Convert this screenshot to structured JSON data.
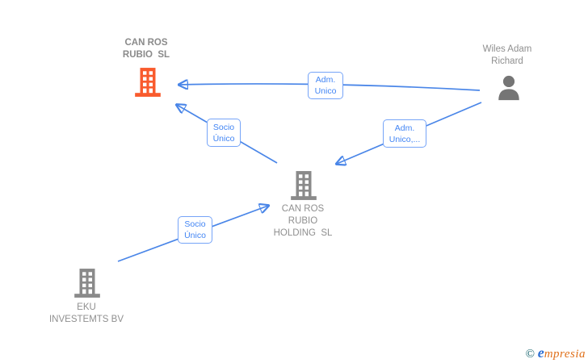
{
  "nodes": {
    "company_main": {
      "name_line1": "CAN ROS",
      "name_line2": "RUBIO  SL",
      "icon": "building-icon",
      "icon_color": "#f95b2d"
    },
    "person": {
      "name_line1": "Wiles Adam",
      "name_line2": "Richard",
      "icon": "person-icon",
      "icon_color": "#757575"
    },
    "holding": {
      "name_line1": "CAN ROS",
      "name_line2": "RUBIO",
      "name_line3": "HOLDING  SL",
      "icon": "building-icon",
      "icon_color": "#8a8a8a"
    },
    "eku": {
      "name_line1": "EKU",
      "name_line2": "INVESTEMTS BV",
      "icon": "building-icon",
      "icon_color": "#8a8a8a"
    }
  },
  "edges": {
    "person_to_company": {
      "label_line1": "Adm.",
      "label_line2": "Unico"
    },
    "holding_to_company": {
      "label_line1": "Socio",
      "label_line2": "Único"
    },
    "person_to_holding": {
      "label_line1": "Adm.",
      "label_line2": "Unico,..."
    },
    "eku_to_holding": {
      "label_line1": "Socio",
      "label_line2": "Único"
    }
  },
  "colors": {
    "edge_blue": "#4a86e8",
    "edge_label_text": "#4285f4",
    "edge_label_border": "#76a4f8",
    "node_text_gray": "#8f8f8f",
    "building_orange": "#f95b2d",
    "building_gray": "#8a8a8a",
    "background": "#ffffff"
  },
  "footer": {
    "copyright_symbol": "©",
    "brand_initial": "e",
    "brand_rest": "mpresia"
  }
}
